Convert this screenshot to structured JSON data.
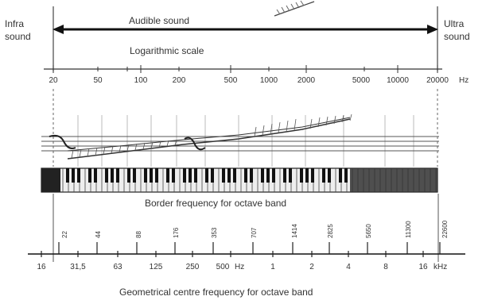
{
  "labels": {
    "infra_line1": "Infra",
    "infra_line2": "sound",
    "ultra_line1": "Ultra",
    "ultra_line2": "sound",
    "audible": "Audible sound",
    "logarithmic": "Logarithmic scale",
    "hz_unit": "Hz",
    "border_caption": "Border frequency for octave band",
    "centre_caption": "Geometrical centre frequency for octave band",
    "centre_hz_unit": "Hz",
    "centre_khz_unit": "kHz"
  },
  "top_scale": [
    "20",
    "50",
    "100",
    "200",
    "500",
    "1000",
    "2000",
    "5000",
    "10000",
    "20000"
  ],
  "border_frequencies": [
    "22",
    "44",
    "88",
    "176",
    "353",
    "707",
    "1414",
    "2825",
    "5650",
    "11300",
    "22600"
  ],
  "centre_frequencies": [
    "16",
    "31,5",
    "63",
    "125",
    "250",
    "500",
    "1",
    "2",
    "4",
    "8",
    "16"
  ]
}
